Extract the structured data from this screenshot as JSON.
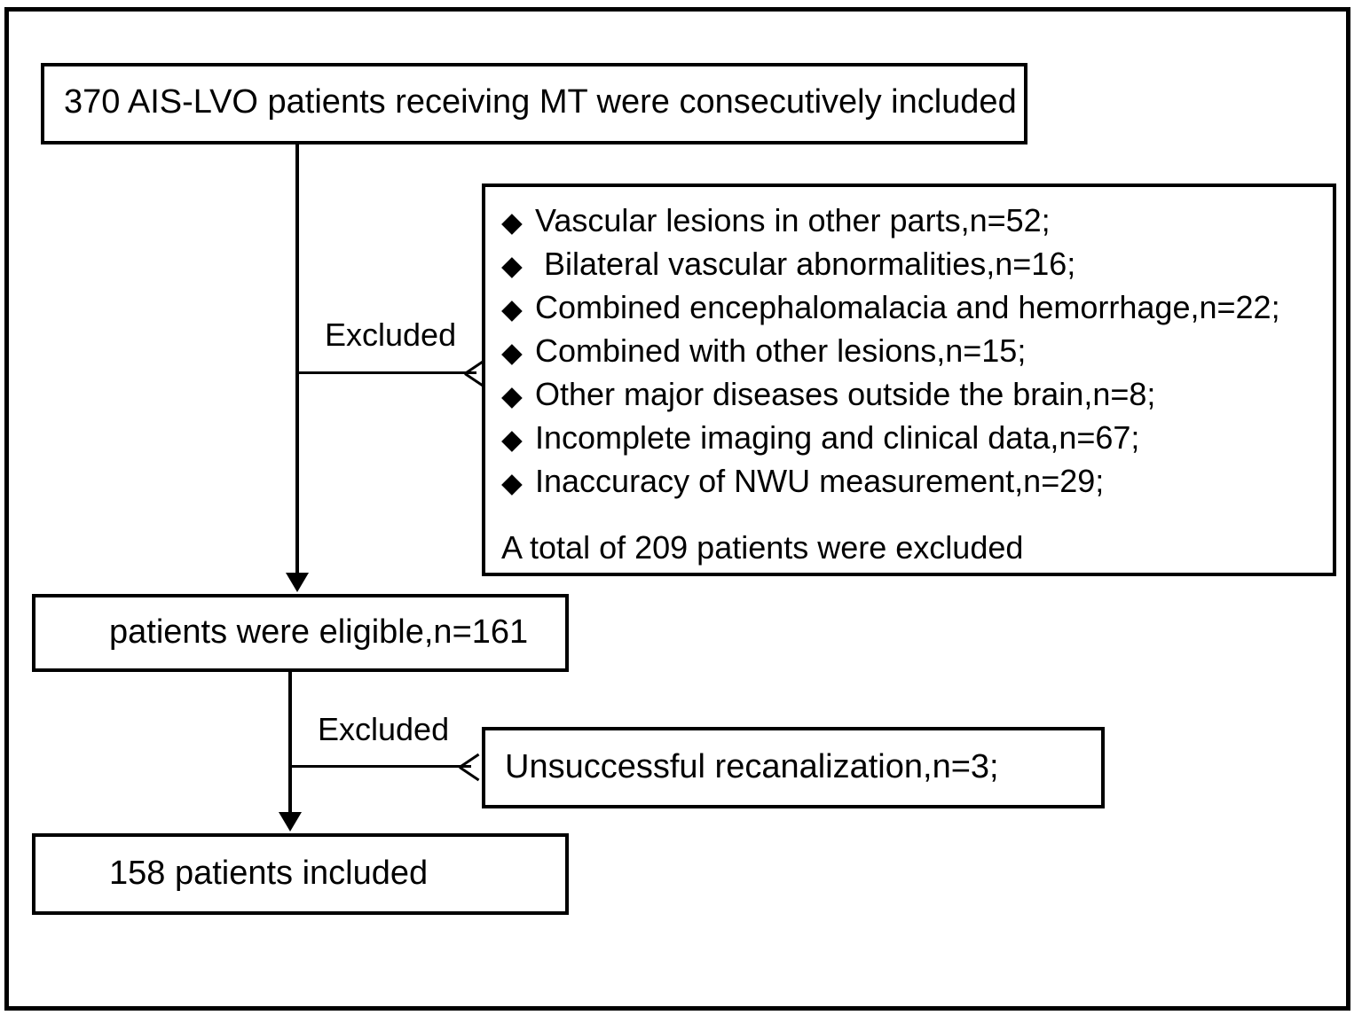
{
  "figure": {
    "title": "Patient selection flowchart",
    "colors": {
      "line": "#000000",
      "background": "#ffffff",
      "text": "#000000"
    }
  },
  "boxes": {
    "enrolled": {
      "text": "370 AIS-LVO patients receiving MT were consecutively included"
    },
    "eligible": {
      "text": "patients were eligible,n=161"
    },
    "unsuccessful": {
      "text": "Unsuccessful recanalization,n=3;"
    },
    "included": {
      "text": "158 patients included"
    }
  },
  "exclusions": {
    "bullet_glyph": "◆",
    "items": [
      {
        "label": "Vascular lesions in other parts,n=52;"
      },
      {
        "label": " Bilateral vascular abnormalities,n=16;"
      },
      {
        "label": "Combined encephalomalacia and hemorrhage,n=22;"
      },
      {
        "label": "Combined with other lesions,n=15;"
      },
      {
        "label": "Other major diseases outside the brain,n=8;"
      },
      {
        "label": "Incomplete imaging and clinical data,n=67;"
      },
      {
        "label": "Inaccuracy of NWU measurement,n=29;"
      }
    ],
    "total_text": "A total of 209 patients were excluded"
  },
  "connectors": {
    "excluded_label_1": "Excluded",
    "excluded_label_2": "Excluded"
  },
  "chart_data": {
    "type": "diagram",
    "title": "Patient selection flowchart",
    "nodes": [
      {
        "id": "enrolled",
        "label": "370 AIS-LVO patients receiving MT were consecutively included",
        "n": 370
      },
      {
        "id": "exclusions",
        "label": "A total of 209 patients were excluded",
        "n": 209
      },
      {
        "id": "eligible",
        "label": "patients were eligible,n=161",
        "n": 161
      },
      {
        "id": "unsuccessful",
        "label": "Unsuccessful recanalization,n=3;",
        "n": 3
      },
      {
        "id": "included",
        "label": "158 patients included",
        "n": 158
      }
    ],
    "edges": [
      {
        "from": "enrolled",
        "to": "exclusions",
        "label": "Excluded"
      },
      {
        "from": "enrolled",
        "to": "eligible",
        "label": ""
      },
      {
        "from": "eligible",
        "to": "unsuccessful",
        "label": "Excluded"
      },
      {
        "from": "eligible",
        "to": "included",
        "label": ""
      }
    ],
    "exclusion_counts": [
      {
        "reason": "Vascular lesions in other parts",
        "n": 52
      },
      {
        "reason": "Bilateral vascular abnormalities",
        "n": 16
      },
      {
        "reason": "Combined encephalomalacia and hemorrhage",
        "n": 22
      },
      {
        "reason": "Combined with other lesions",
        "n": 15
      },
      {
        "reason": "Other major diseases outside the brain",
        "n": 8
      },
      {
        "reason": "Incomplete imaging and clinical data",
        "n": 67
      },
      {
        "reason": "Inaccuracy of NWU measurement",
        "n": 29
      }
    ]
  }
}
